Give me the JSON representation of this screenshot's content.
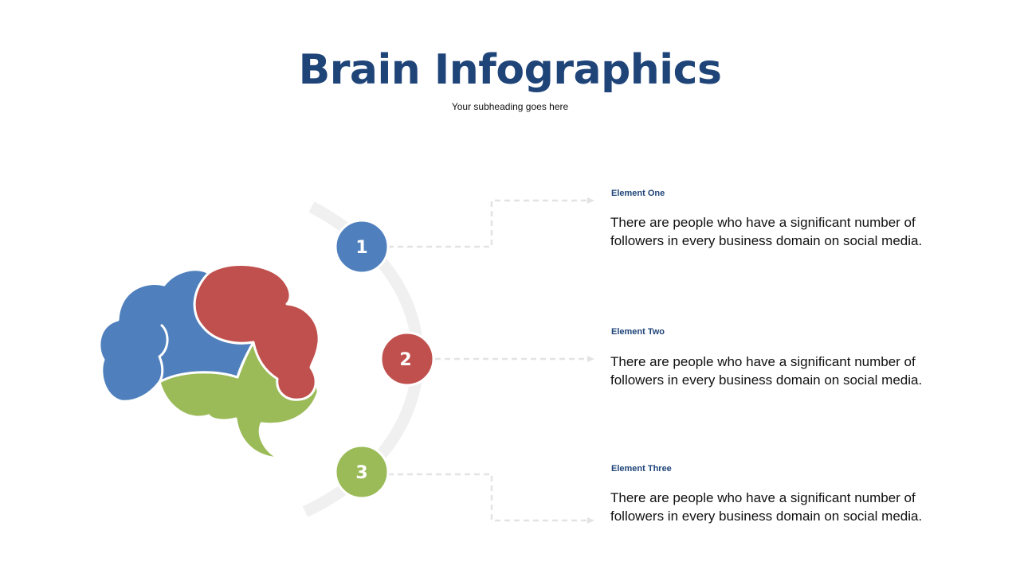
{
  "header": {
    "title": "Brain Infographics",
    "subtitle": "Your subheading goes here"
  },
  "colors": {
    "title": "#1f4478",
    "blue": "#4f80bd",
    "red": "#c0504d",
    "green": "#9bbb59",
    "arc": "#f0f0f0",
    "connector": "#e3e3e3"
  },
  "elements": [
    {
      "number": "1",
      "title": "Element One",
      "description": "There are people who have a significant number of followers in every business domain on social media."
    },
    {
      "number": "2",
      "title": "Element Two",
      "description": "There are people who have a significant number of followers in every business domain on social media."
    },
    {
      "number": "3",
      "title": "Element Three",
      "description": "There are people who have a significant number of followers in every business domain on social media."
    }
  ]
}
